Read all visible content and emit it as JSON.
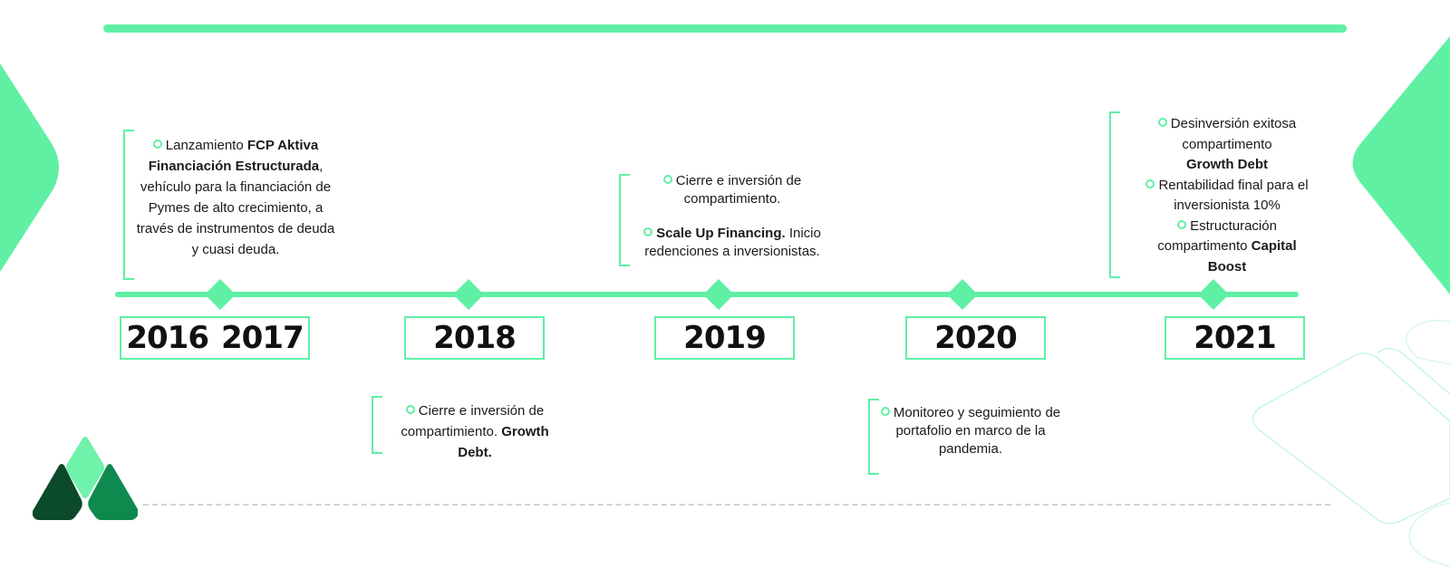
{
  "colors": {
    "accent": "#5ff0a4",
    "logo_dark": "#0b4a2a",
    "logo_mid": "#0f8a4f",
    "logo_light": "#6ff2aa"
  },
  "years": {
    "y2016": "2016",
    "y2017": "2017",
    "y2018": "2018",
    "y2019": "2019",
    "y2020": "2020",
    "y2021": "2021"
  },
  "events": {
    "e2016": {
      "pre": "Lanzamiento ",
      "bold": "FCP Aktiva Financiación Estructurada",
      "post": ", vehículo para la financiación de Pymes de alto crecimiento, a través de instrumentos de deuda y cuasi deuda."
    },
    "e2018": {
      "pre": "Cierre e inversión de compartimiento. ",
      "bold": "Growth Debt."
    },
    "e2019": {
      "line1": "Cierre e inversión de compartimiento.",
      "bold": "Scale Up Financing.",
      "post": " Inicio redenciones a inversionistas."
    },
    "e2020": {
      "text": "Monitoreo y seguimiento de portafolio en marco de la pandemia."
    },
    "e2021": {
      "item1_pre": "Desinversión exitosa compartimento",
      "item1_bold": "Growth Debt",
      "item2": "Rentabilidad final para el inversionista 10%",
      "item3_pre": "Estructuración compartimento ",
      "item3_bold": "Capital Boost"
    }
  }
}
